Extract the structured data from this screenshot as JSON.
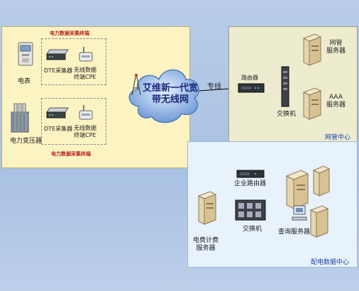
{
  "left_panel": {
    "title_top": "电力数据采集终端",
    "title_bottom": "电力数据采集终端",
    "meter_label": "电表",
    "transformer_label": "电力变压器",
    "dte_label_1": "DTE采集器",
    "dte_label_2": "DTE采集器",
    "cpe_label_1": [
      "无线数据",
      "终端CPE"
    ],
    "cpe_label_2": [
      "无线数据",
      "终端CPE"
    ]
  },
  "cloud": {
    "line1": "艾维新一代宽",
    "line2": "带无线网"
  },
  "link_label": "专线",
  "nm_center": {
    "router_label": "路由器",
    "switch_label": "交换机",
    "nm_server_label": [
      "网管",
      "服务器"
    ],
    "aaa_server_label": [
      "AAA",
      "服务器"
    ],
    "title": "网管中心"
  },
  "dist_center": {
    "router_label": "企业路由器",
    "switch_label": "交换机",
    "billing_server_label": [
      "电费计费",
      "服务器"
    ],
    "query_server_label": "查询服务器",
    "title": "配电数据中心"
  },
  "colors": {
    "left_panel_bg": "#fbf3c2",
    "nm_panel_bg": "#eeeccf",
    "dist_panel_bg": "#e7f2fb",
    "cloud": "#6f9bd6",
    "lightning": "#f0d800"
  }
}
